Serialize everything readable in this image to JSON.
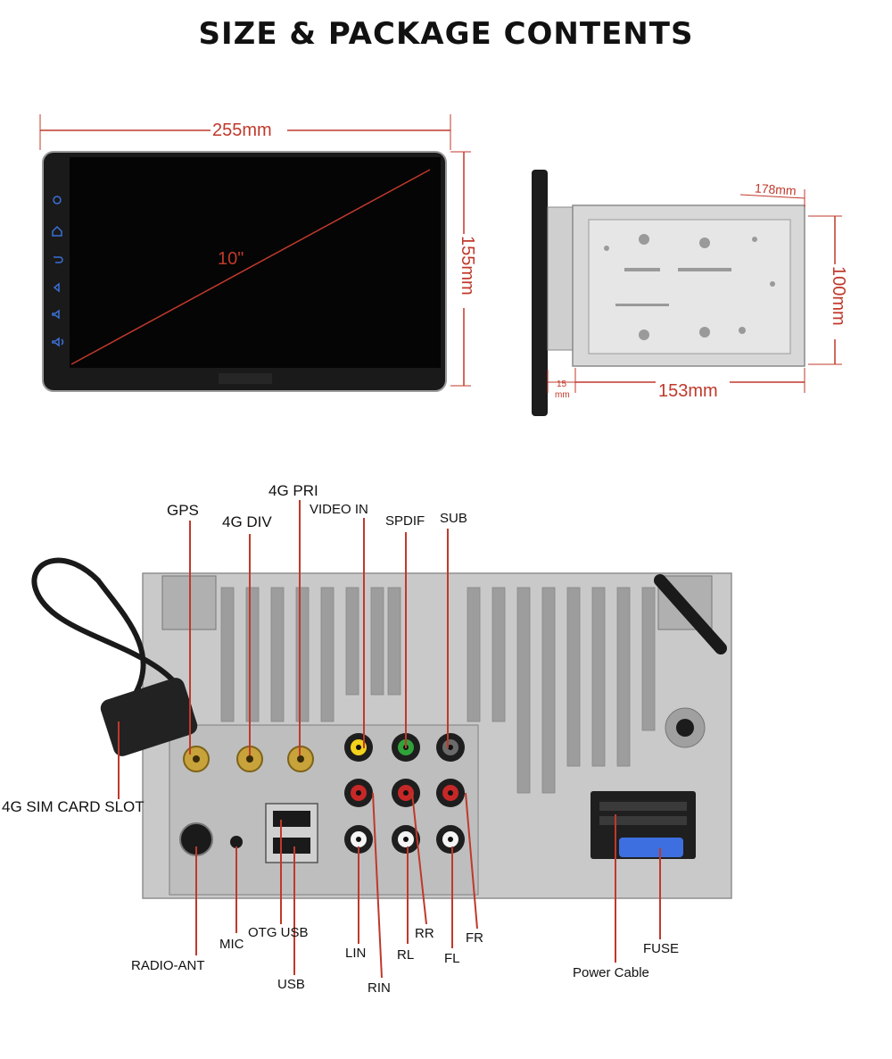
{
  "title": "SIZE & PACKAGE CONTENTS",
  "colors": {
    "dimension": "#c0392b",
    "callout": "#c0392b",
    "panel": "#c9c9c9",
    "screen": "#050505"
  },
  "front_view": {
    "width": "255mm",
    "height": "155mm",
    "diagonal": "10\""
  },
  "side_view": {
    "depth_total": "178mm",
    "height": "100mm",
    "chassis_depth": "153mm",
    "front_thickness_value": "15",
    "front_thickness_unit": "mm"
  },
  "rear_panel": {
    "connectors": {
      "gps": "GPS",
      "g4_div": "4G DIV",
      "g4_pri": "4G PRI",
      "video_in": "VIDEO IN",
      "spdif": "SPDIF",
      "sub": "SUB",
      "sim": "4G SIM CARD SLOT",
      "radio_ant": "RADIO-ANT",
      "mic": "MIC",
      "otg_usb": "OTG USB",
      "usb": "USB",
      "lin": "LIN",
      "rin": "RIN",
      "rl": "RL",
      "rr": "RR",
      "fl": "FL",
      "fr": "FR",
      "power": "Power Cable",
      "fuse": "FUSE"
    }
  }
}
